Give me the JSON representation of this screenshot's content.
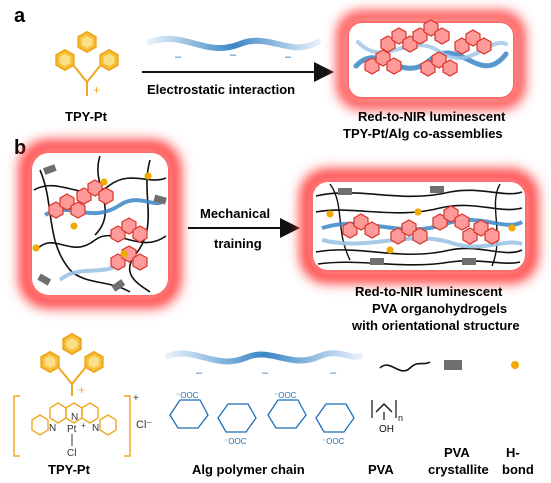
{
  "panel_a": {
    "label": "a",
    "arrow_text": "Electrostatic interaction",
    "left_caption": "TPY-Pt",
    "right_caption_1": "Red-to-NIR luminescent",
    "right_caption_2": "TPY-Pt/Alg co-assemblies"
  },
  "panel_b": {
    "label": "b",
    "arrow_text_1": "Mechanical",
    "arrow_text_2": "training",
    "caption_1": "Red-to-NIR luminescent",
    "caption_2": "PVA organohydrogels",
    "caption_3": "with orientational structure"
  },
  "legend": {
    "tpy_pt": "TPY-Pt",
    "alg": "Alg polymer chain",
    "pva": "PVA",
    "crystallite_1": "PVA",
    "crystallite_2": "crystallite",
    "hbond_1": "H-",
    "hbond_2": "bond",
    "charge_plus": "+",
    "cl_minus": "Cl⁻",
    "pt_label": "Pt",
    "pt_charge": "+",
    "cl_label": "Cl",
    "n1": "N",
    "n2": "N",
    "n3": "N",
    "coo": "⁻OOC",
    "oh": "OH",
    "pva_n": "n"
  },
  "colors": {
    "tpy_orange": "#f0a823",
    "alg_blue": "#1f6fb5",
    "glow_red": "#ff3b3b",
    "hbond_dot": "#f2a900",
    "crystallite_gray": "#6f6f6f",
    "ring_pink": "#ff8a8a"
  }
}
